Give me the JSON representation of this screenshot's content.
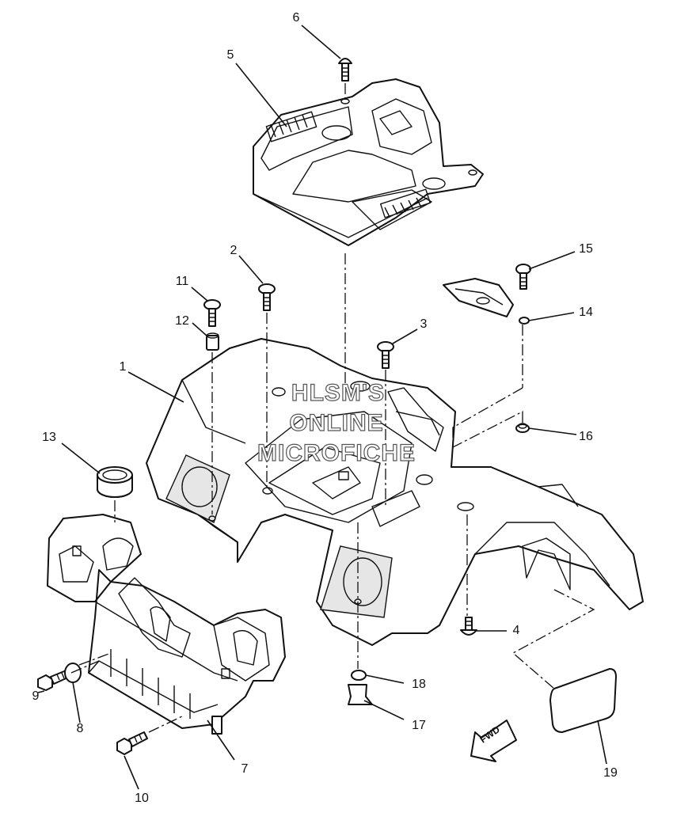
{
  "watermark": {
    "line1": "HLSM'S",
    "line2": "ONLINE",
    "line3": "MICROFICHE"
  },
  "direction_label": "FWD",
  "callouts": [
    "1",
    "2",
    "3",
    "4",
    "5",
    "6",
    "7",
    "8",
    "9",
    "10",
    "11",
    "12",
    "13",
    "14",
    "15",
    "16",
    "17",
    "18",
    "19"
  ]
}
